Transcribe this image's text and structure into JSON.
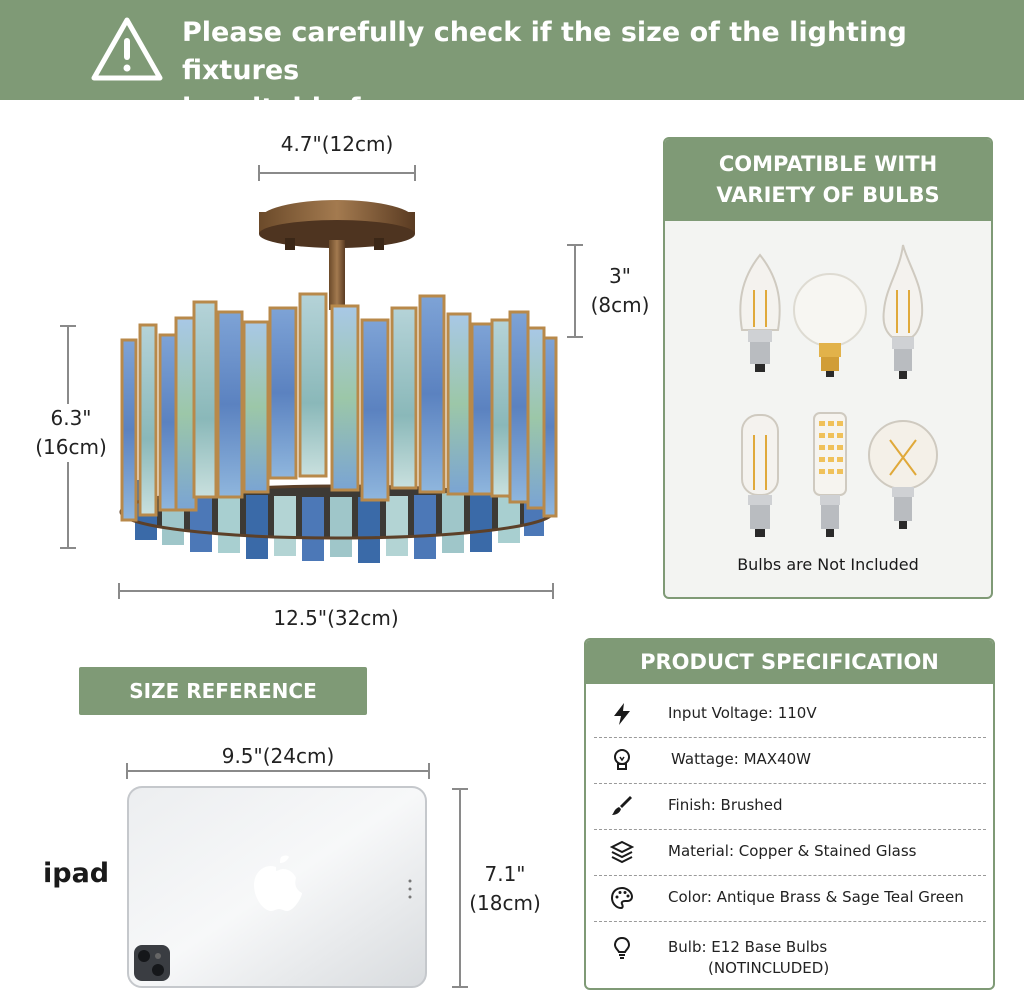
{
  "banner": {
    "line1": "Please carefully check if the size of the lighting fixtures",
    "line2": "is suitable for your room",
    "icon": "warning-triangle-icon"
  },
  "dimensions": {
    "top_width": "4.7\"(12cm)",
    "canopy_height_in": "3\"",
    "canopy_height_cm": "(8cm)",
    "shade_height_in": "6.3\"",
    "shade_height_cm": "(16cm)",
    "shade_width": "12.5\"(32cm)"
  },
  "bulbs_panel": {
    "title_line1": "COMPATIBLE WITH",
    "title_line2": "VARIETY OF BULBS",
    "note": "Bulbs are Not Included"
  },
  "size_reference": {
    "title": "SIZE REFERENCE",
    "ipad_label": "ipad",
    "ipad_width": "9.5\"(24cm)",
    "ipad_height_in": "7.1\"",
    "ipad_height_cm": "(18cm)"
  },
  "spec": {
    "title": "PRODUCT SPECIFICATION",
    "rows": [
      {
        "icon": "lightning-icon",
        "text": "Input Voltage: 110V"
      },
      {
        "icon": "bulb-icon",
        "text": "Wattage: MAX40W"
      },
      {
        "icon": "brush-icon",
        "text": "Finish: Brushed"
      },
      {
        "icon": "layers-icon",
        "text": "Material: Copper & Stained Glass"
      },
      {
        "icon": "palette-icon",
        "text": "Color: Antique Brass & Sage Teal Green"
      },
      {
        "icon": "bulb-outline-icon",
        "text": "Bulb: E12 Base Bulbs",
        "text2": "(NOTINCLUDED)"
      }
    ]
  },
  "colors": {
    "accent": "#7f9a76",
    "glass_blue": "#6b8fc4",
    "glass_teal": "#9fc6c9",
    "brass": "#b8894a"
  }
}
